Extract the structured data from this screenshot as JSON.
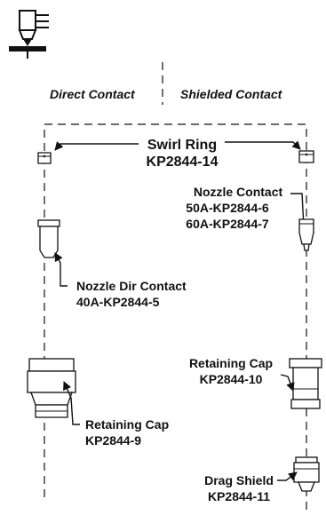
{
  "headers": {
    "direct": "Direct Contact",
    "shielded": "Shielded Contact"
  },
  "labels": {
    "swirl_ring": {
      "name": "Swirl Ring",
      "part": "KP2844-14"
    },
    "nozzle_contact": {
      "name": "Nozzle Contact",
      "part_a": "50A-KP2844-6",
      "part_b": "60A-KP2844-7"
    },
    "nozzle_dir_contact": {
      "name": "Nozzle Dir Contact",
      "part": "40A-KP2844-5"
    },
    "retaining_cap_shielded": {
      "name": "Retaining Cap",
      "part": "KP2844-10"
    },
    "retaining_cap_direct": {
      "name": "Retaining Cap",
      "part": "KP2844-9"
    },
    "drag_shield": {
      "name": "Drag Shield",
      "part": "KP2844-11"
    }
  },
  "icons": {
    "torch": "torch-icon"
  }
}
